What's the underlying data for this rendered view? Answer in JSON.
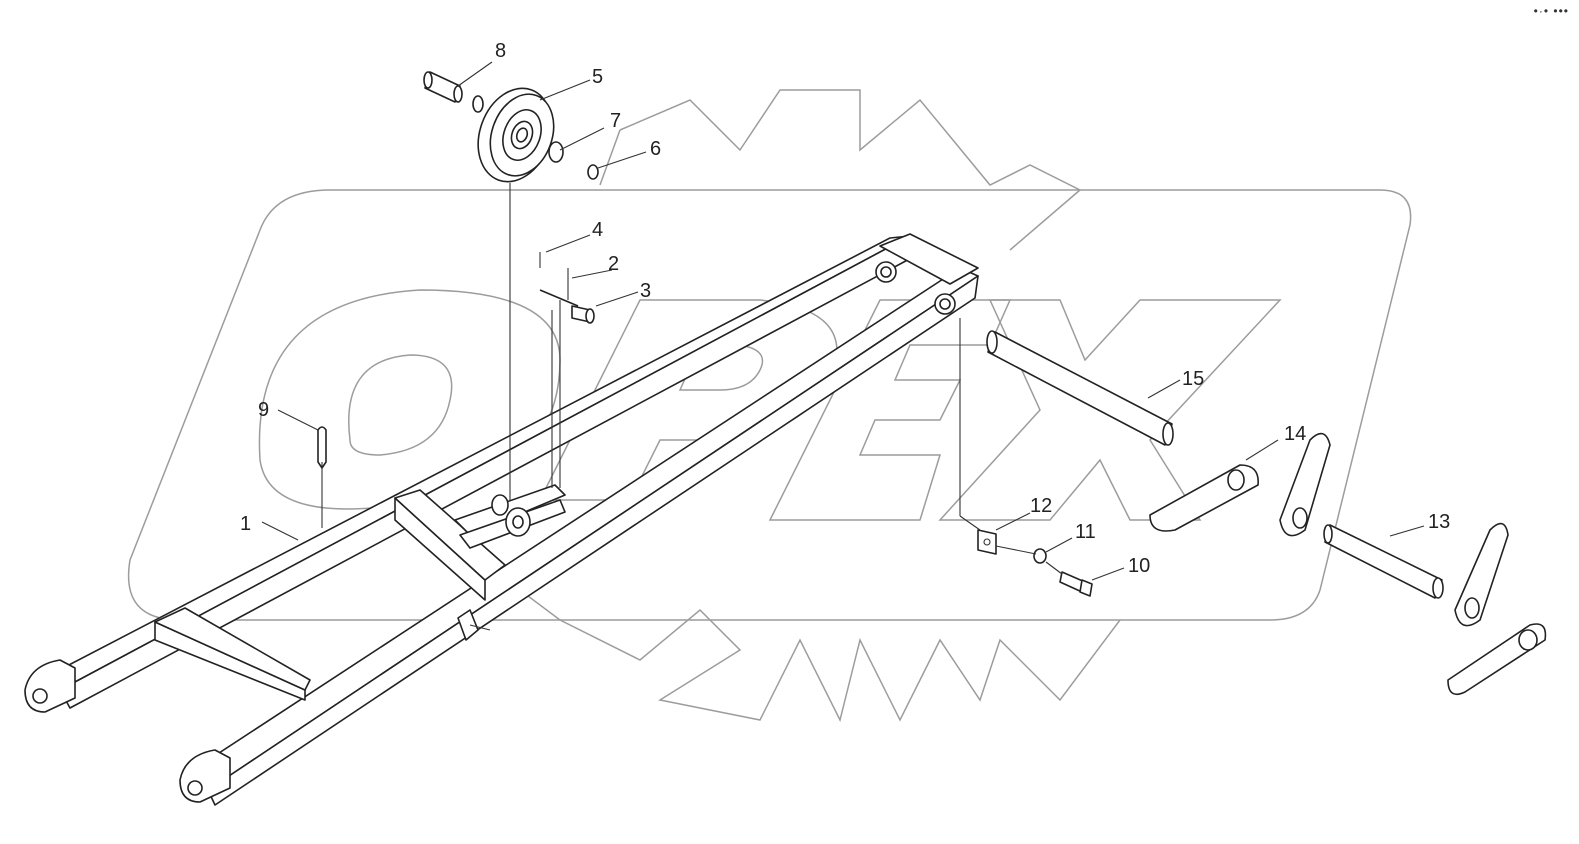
{
  "watermark": {
    "text": "OPEX",
    "color": "#9c9c9c"
  },
  "corner_mark": "•·• •••",
  "callouts": [
    {
      "id": "1",
      "label": "1"
    },
    {
      "id": "2",
      "label": "2"
    },
    {
      "id": "3",
      "label": "3"
    },
    {
      "id": "4",
      "label": "4"
    },
    {
      "id": "5",
      "label": "5"
    },
    {
      "id": "6",
      "label": "6"
    },
    {
      "id": "7",
      "label": "7"
    },
    {
      "id": "8",
      "label": "8"
    },
    {
      "id": "9",
      "label": "9"
    },
    {
      "id": "10",
      "label": "10"
    },
    {
      "id": "11",
      "label": "11"
    },
    {
      "id": "12",
      "label": "12"
    },
    {
      "id": "13",
      "label": "13"
    },
    {
      "id": "14",
      "label": "14"
    },
    {
      "id": "15",
      "label": "15"
    }
  ],
  "colors": {
    "line": "#222222",
    "background": "#ffffff"
  }
}
